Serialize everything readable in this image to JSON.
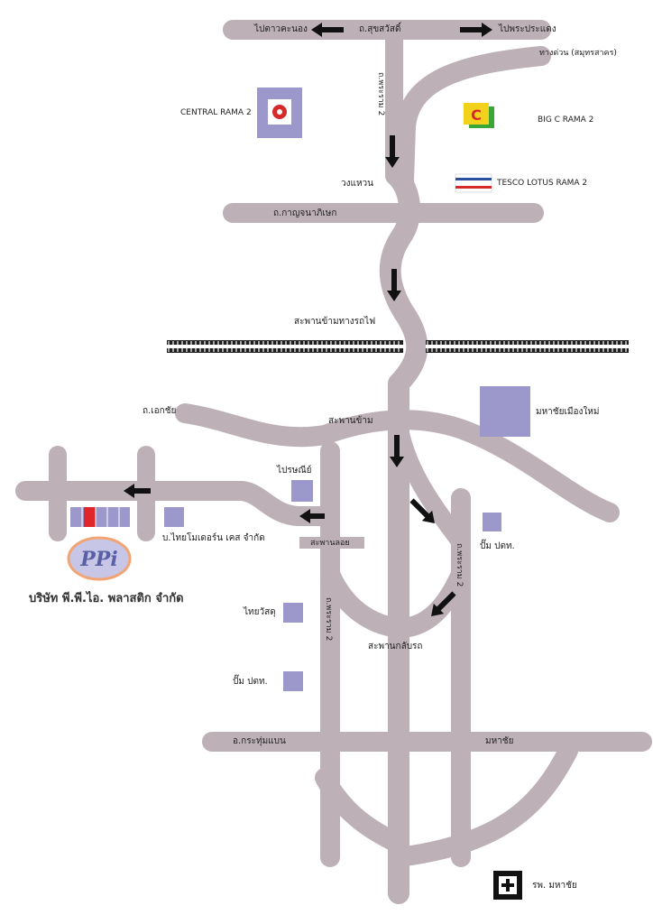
{
  "labels": {
    "to_taladkranong": "ไปตาวคะนอง",
    "sukhumvit_rd": "ถ.สุขสวัสดิ์",
    "to_phrapradaeng": "ไปพระประแดง",
    "expressway": "ทางด่วน (สมุทรสาคร)",
    "rama2_rd": "ถ.พระราม 2",
    "central": "CENTRAL RAMA 2",
    "bigc": "BIG C RAMA 2",
    "tesco": "TESCO LOTUS RAMA 2",
    "roundabout": "วงแหวน",
    "kanchana_rd": "ถ.กาญจนาภิเษก",
    "rail_bridge": "สะพานข้ามทางรถไฟ",
    "ekachai_rd": "ถ.เอกชัย",
    "bridge": "สะพานข้าม",
    "mahachai_muangmai": "มหาชัยเมืองใหม่",
    "post_office": "ไปรษณีย์",
    "thai_motor": "บ.ไทยโมเดอร์น เคส จำกัด",
    "gas_station_1": "ปั๊ม ปตท.",
    "low_bridge": "สะพานลอย",
    "thaiwat": "ไทยวัสดุ",
    "gas_station_2": "ปั๊ม ปตท.",
    "u_turn_bridge": "สะพานกลับรถ",
    "krathumbaen_rd": "อ.กระทุ่มแบน",
    "mahachai": "มหาชัย",
    "hospital": "รพ. มหาชัย",
    "side_road_1": "ถ.พระราม 2",
    "side_road_2": "ถ.พระราม 2",
    "company": "บริษัท พี.พี.ไอ. พลาสติก จำกัด",
    "logo_text": "PPi"
  },
  "icons": [
    "arrow-left-icon",
    "arrow-right-icon",
    "arrow-down-icon",
    "hospital-cross-icon",
    "railway-icon",
    "ppi-logo"
  ],
  "colors": {
    "road": "#bdb0b6",
    "marker": "#9d98cc",
    "building_highlight": "#e0262b",
    "arrow": "#111111",
    "logo_ring": "#f2a474",
    "logo_fill": "#c8c6e6",
    "logo_text": "#5a5fa6"
  }
}
